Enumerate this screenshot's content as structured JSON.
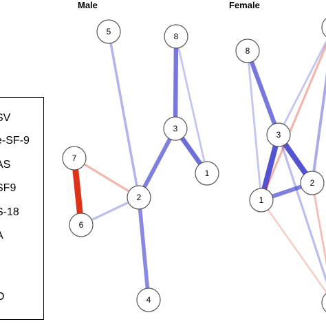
{
  "panels": [
    {
      "title": "Male"
    },
    {
      "title": "Female"
    }
  ],
  "legend": {
    "items": [
      "SV",
      "e-SF-9",
      "AS",
      "SF9",
      "S-18",
      "A",
      "",
      "O"
    ]
  },
  "colors": {
    "positive_edge": "#3b3bcc",
    "negative_edge": "#dd2a10",
    "node_fill": "#ffffff",
    "node_stroke": "#555555"
  },
  "networks": {
    "male": {
      "nodes": [
        "5",
        "8",
        "3",
        "1",
        "7",
        "2",
        "6",
        "4"
      ],
      "edges": [
        {
          "from": "7",
          "to": "6",
          "sign": "negative",
          "weight": 0.95
        },
        {
          "from": "7",
          "to": "2",
          "sign": "negative",
          "weight": 0.25
        },
        {
          "from": "6",
          "to": "2",
          "sign": "positive",
          "weight": 0.25
        },
        {
          "from": "2",
          "to": "4",
          "sign": "positive",
          "weight": 0.55
        },
        {
          "from": "2",
          "to": "3",
          "sign": "positive",
          "weight": 0.6
        },
        {
          "from": "2",
          "to": "5",
          "sign": "positive",
          "weight": 0.3
        },
        {
          "from": "3",
          "to": "8",
          "sign": "positive",
          "weight": 0.65
        },
        {
          "from": "3",
          "to": "1",
          "sign": "positive",
          "weight": 0.7
        },
        {
          "from": "8",
          "to": "1",
          "sign": "positive",
          "weight": 0.2
        }
      ]
    },
    "female": {
      "nodes": [
        "8",
        "3",
        "1",
        "2",
        "top-right",
        "bottom-right"
      ],
      "edges": [
        {
          "from": "8",
          "to": "3",
          "sign": "positive",
          "weight": 0.65
        },
        {
          "from": "8",
          "to": "1",
          "sign": "positive",
          "weight": 0.2
        },
        {
          "from": "3",
          "to": "1",
          "sign": "positive",
          "weight": 0.85
        },
        {
          "from": "3",
          "to": "2",
          "sign": "positive",
          "weight": 0.85
        },
        {
          "from": "1",
          "to": "2",
          "sign": "positive",
          "weight": 0.6
        },
        {
          "from": "3",
          "to": "top-right",
          "sign": "positive",
          "weight": 0.2
        },
        {
          "from": "1",
          "to": "top-right",
          "sign": "negative",
          "weight": 0.25
        },
        {
          "from": "3",
          "to": "bottom-right",
          "sign": "positive",
          "weight": 0.25
        },
        {
          "from": "1",
          "to": "bottom-right",
          "sign": "negative",
          "weight": 0.15
        },
        {
          "from": "2",
          "to": "top-right",
          "sign": "positive",
          "weight": 0.35
        },
        {
          "from": "2",
          "to": "bottom-right",
          "sign": "negative",
          "weight": 0.2
        },
        {
          "from": "top-right",
          "to": "bottom-right",
          "sign": "positive",
          "weight": 0.3
        }
      ]
    }
  }
}
